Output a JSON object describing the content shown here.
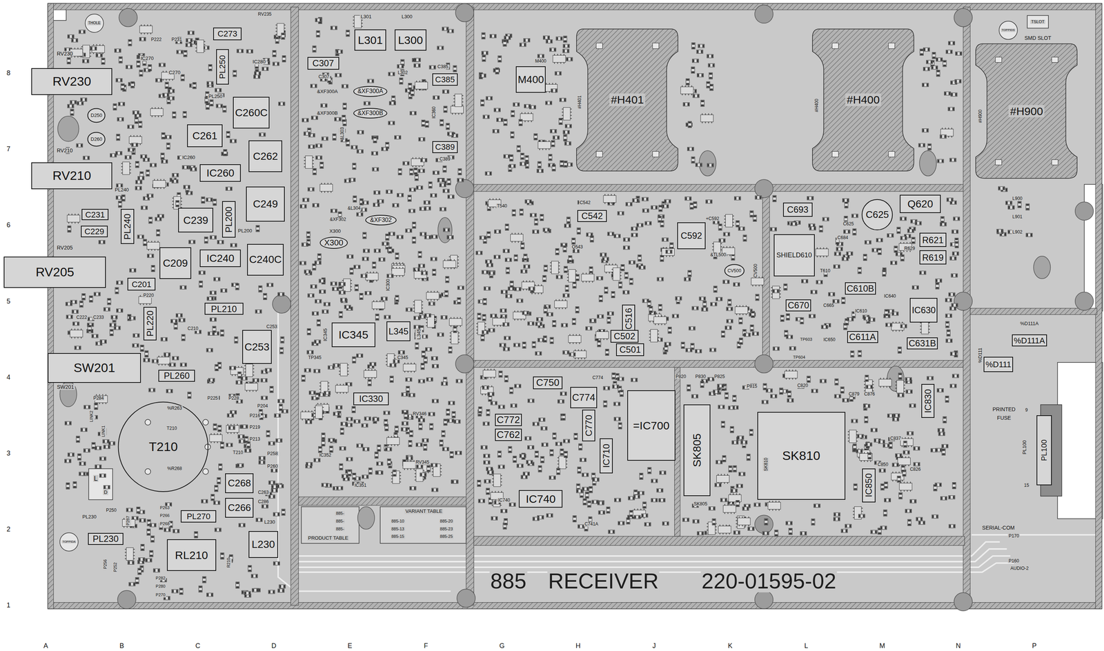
{
  "diagram": {
    "nodes": [
      {
        "text": [
          "RV230"
        ]
      },
      {
        "text": [
          "RV210"
        ]
      },
      {
        "text": [
          "RV205"
        ]
      },
      {
        "text": [
          "SW201"
        ]
      },
      {
        "text": [
          "T210"
        ]
      },
      {
        "text": [
          "C273"
        ]
      },
      {
        "text": [
          "PL250"
        ]
      },
      {
        "text": [
          "C260C"
        ]
      },
      {
        "text": [
          "C261"
        ]
      },
      {
        "text": [
          "C262"
        ]
      },
      {
        "text": [
          "IC260"
        ]
      },
      {
        "text": [
          "C249"
        ]
      },
      {
        "text": [
          "C231"
        ]
      },
      {
        "text": [
          "C229"
        ]
      },
      {
        "text": [
          "PL240"
        ]
      },
      {
        "text": [
          "C239"
        ]
      },
      {
        "text": [
          "PL200"
        ]
      },
      {
        "text": [
          "C209"
        ]
      },
      {
        "text": [
          "IC240"
        ]
      },
      {
        "text": [
          "C240C"
        ]
      },
      {
        "text": [
          "C201"
        ]
      },
      {
        "text": [
          "PL210"
        ]
      },
      {
        "text": [
          "PL220"
        ]
      },
      {
        "text": [
          "C253"
        ]
      },
      {
        "text": [
          "PL260"
        ]
      },
      {
        "text": [
          "C268"
        ]
      },
      {
        "text": [
          "C266"
        ]
      },
      {
        "text": [
          "PL270"
        ]
      },
      {
        "text": [
          "PL230"
        ]
      },
      {
        "text": [
          "RL210"
        ]
      },
      {
        "text": [
          "L230"
        ]
      },
      {
        "text": [
          "L301"
        ]
      },
      {
        "text": [
          "L300"
        ]
      },
      {
        "text": [
          "C307"
        ]
      },
      {
        "text": [
          "&XF300A"
        ]
      },
      {
        "text": [
          "&XF300B"
        ]
      },
      {
        "text": [
          "C385"
        ]
      },
      {
        "text": [
          "C389"
        ]
      },
      {
        "text": [
          "&XF302"
        ]
      },
      {
        "text": [
          "X300"
        ]
      },
      {
        "text": [
          "IC345"
        ]
      },
      {
        "text": [
          "L345"
        ]
      },
      {
        "text": [
          "IC330"
        ]
      },
      {
        "text": [
          "M400"
        ]
      },
      {
        "text": [
          "#H401"
        ]
      },
      {
        "text": [
          "#H400"
        ]
      },
      {
        "text": [
          "#H900"
        ]
      },
      {
        "text": [
          "C542"
        ]
      },
      {
        "text": [
          "C592"
        ]
      },
      {
        "text": [
          "C516"
        ]
      },
      {
        "text": [
          "C502"
        ]
      },
      {
        "text": [
          "C501"
        ]
      },
      {
        "text": [
          "C693"
        ]
      },
      {
        "text": [
          "C625"
        ]
      },
      {
        "text": [
          "Q620"
        ]
      },
      {
        "text": [
          "R621"
        ]
      },
      {
        "text": [
          "R619"
        ]
      },
      {
        "text": [
          "SHIELD610"
        ]
      },
      {
        "text": [
          "C610B"
        ]
      },
      {
        "text": [
          "C670"
        ]
      },
      {
        "text": [
          "C611A"
        ]
      },
      {
        "text": [
          "IC630"
        ]
      },
      {
        "text": [
          "C631B"
        ]
      },
      {
        "text": [
          "C750"
        ]
      },
      {
        "text": [
          "C774"
        ]
      },
      {
        "text": [
          "C772"
        ]
      },
      {
        "text": [
          "C762"
        ]
      },
      {
        "text": [
          "C770"
        ]
      },
      {
        "text": [
          "IC710"
        ]
      },
      {
        "text": [
          "=IC700"
        ]
      },
      {
        "text": [
          "IC740"
        ]
      },
      {
        "text": [
          "SK805"
        ]
      },
      {
        "text": [
          "SK810"
        ]
      },
      {
        "text": [
          "IC830"
        ]
      },
      {
        "text": [
          "IC850"
        ]
      },
      {
        "text": [
          "%D111"
        ]
      },
      {
        "text": [
          "%D111A"
        ]
      },
      {
        "text": [
          "PL100"
        ]
      },
      {
        "text": [
          "D250"
        ]
      },
      {
        "text": [
          "D260"
        ]
      },
      {
        "text": [
          "CV500"
        ]
      }
    ],
    "labels": [
      "A",
      "B",
      "C",
      "D",
      "E",
      "F",
      "G",
      "H",
      "J",
      "K",
      "L",
      "M",
      "N",
      "P",
      "8",
      "7",
      "6",
      "5",
      "4",
      "3",
      "2",
      "1",
      "885",
      "RECEIVER",
      "220-01595-02",
      "THOLE",
      "TOPPIDS",
      "TSLOT",
      "SMD SLOT",
      "TOPPIDA",
      "PRINTED",
      "FUSE",
      "SERIAL-COM",
      "P170",
      "P160",
      "AUDIO-2",
      "PRODUCT TABLE",
      "VARIANT TABLE",
      "885-10",
      "885-13",
      "885-15",
      "885-20",
      "885-23",
      "885-25",
      "885-",
      "885-",
      "885-",
      "RV230",
      "RV210",
      "RV205",
      "SW201",
      "IC270",
      "C270",
      "IC280",
      "P222",
      "P231",
      "RV235",
      "PL250",
      "PL240",
      "IC260",
      "PL200",
      "P220",
      "C222",
      "C233",
      "C210",
      "C253",
      "P284",
      "LINK2",
      "LINK1",
      "%R263",
      "%R268",
      "T210",
      "T210",
      "P225",
      "P228",
      "P204",
      "P216",
      "P219",
      "P213",
      "P258",
      "P260",
      "C263",
      "C286",
      "P250",
      "P263",
      "P266",
      "P268",
      "P287",
      "PL230",
      "P256",
      "P252",
      "P282",
      "P280",
      "P270",
      "R210",
      "L230",
      "TP345",
      "IC345",
      "C345",
      "L345",
      "IC300",
      "C307",
      "L301",
      "L300",
      "C385",
      "IC360",
      "C389",
      "&XF300A",
      "&XF300B",
      "&L303",
      "&L304",
      "&XF302",
      "X300",
      "L302",
      "IC352",
      "IC351",
      "RV346",
      "RV345",
      "C542",
      "+C592",
      "&TL500",
      "T540",
      "Q543",
      "CV500",
      "C684",
      "C625",
      "T610",
      "R629",
      "IC610",
      "C665",
      "IC650",
      "IC640",
      "TP603",
      "TP604",
      "C820",
      "C876",
      "C879",
      "P815",
      "P820",
      "P830",
      "P825",
      "C774",
      "IC740",
      "C741A",
      "SK805",
      "SK810",
      "C850",
      "C837",
      "C826",
      "%D111A",
      "%D111",
      "PL100",
      "L900",
      "L901",
      "L902",
      "#H401",
      "#H400",
      "#H900",
      "M400",
      "9",
      "15",
      "L",
      "D"
    ]
  }
}
